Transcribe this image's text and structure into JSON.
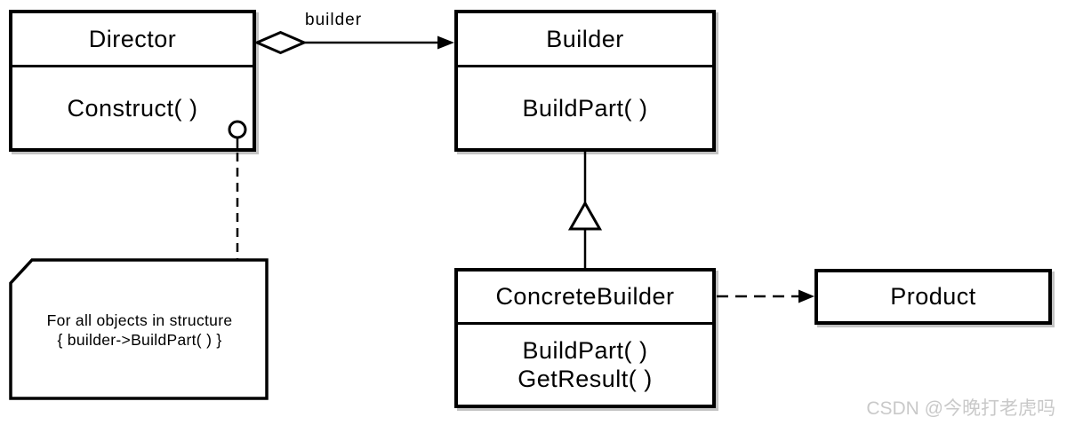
{
  "diagram": {
    "kind": "uml-class-diagram",
    "pattern": "Builder",
    "classes": {
      "director": {
        "name": "Director",
        "methods": [
          "Construct( )"
        ]
      },
      "builder": {
        "name": "Builder",
        "methods": [
          "BuildPart( )"
        ]
      },
      "concrete_builder": {
        "name": "ConcreteBuilder",
        "methods": [
          "BuildPart( )",
          "GetResult( )"
        ]
      },
      "product": {
        "name": "Product",
        "methods": []
      }
    },
    "relations": [
      {
        "from": "Director",
        "to": "Builder",
        "type": "aggregation",
        "label": "builder"
      },
      {
        "from": "ConcreteBuilder",
        "to": "Builder",
        "type": "inheritance",
        "label": ""
      },
      {
        "from": "ConcreteBuilder",
        "to": "Product",
        "type": "dashed-dependency",
        "label": ""
      },
      {
        "from": "Director.Construct( )",
        "to": "note",
        "type": "dashed-note-anchor",
        "label": ""
      }
    ],
    "note": {
      "line1": "For all objects in structure",
      "line2": "{ builder->BuildPart( ) }"
    },
    "watermark": "CSDN @今晚打老虎吗",
    "colors": {
      "line": "#000000",
      "box_fill": "#ffffff",
      "background": "#ffffff",
      "box_shadow": "#c3c3c3",
      "watermark": "#c9c9c9"
    }
  }
}
